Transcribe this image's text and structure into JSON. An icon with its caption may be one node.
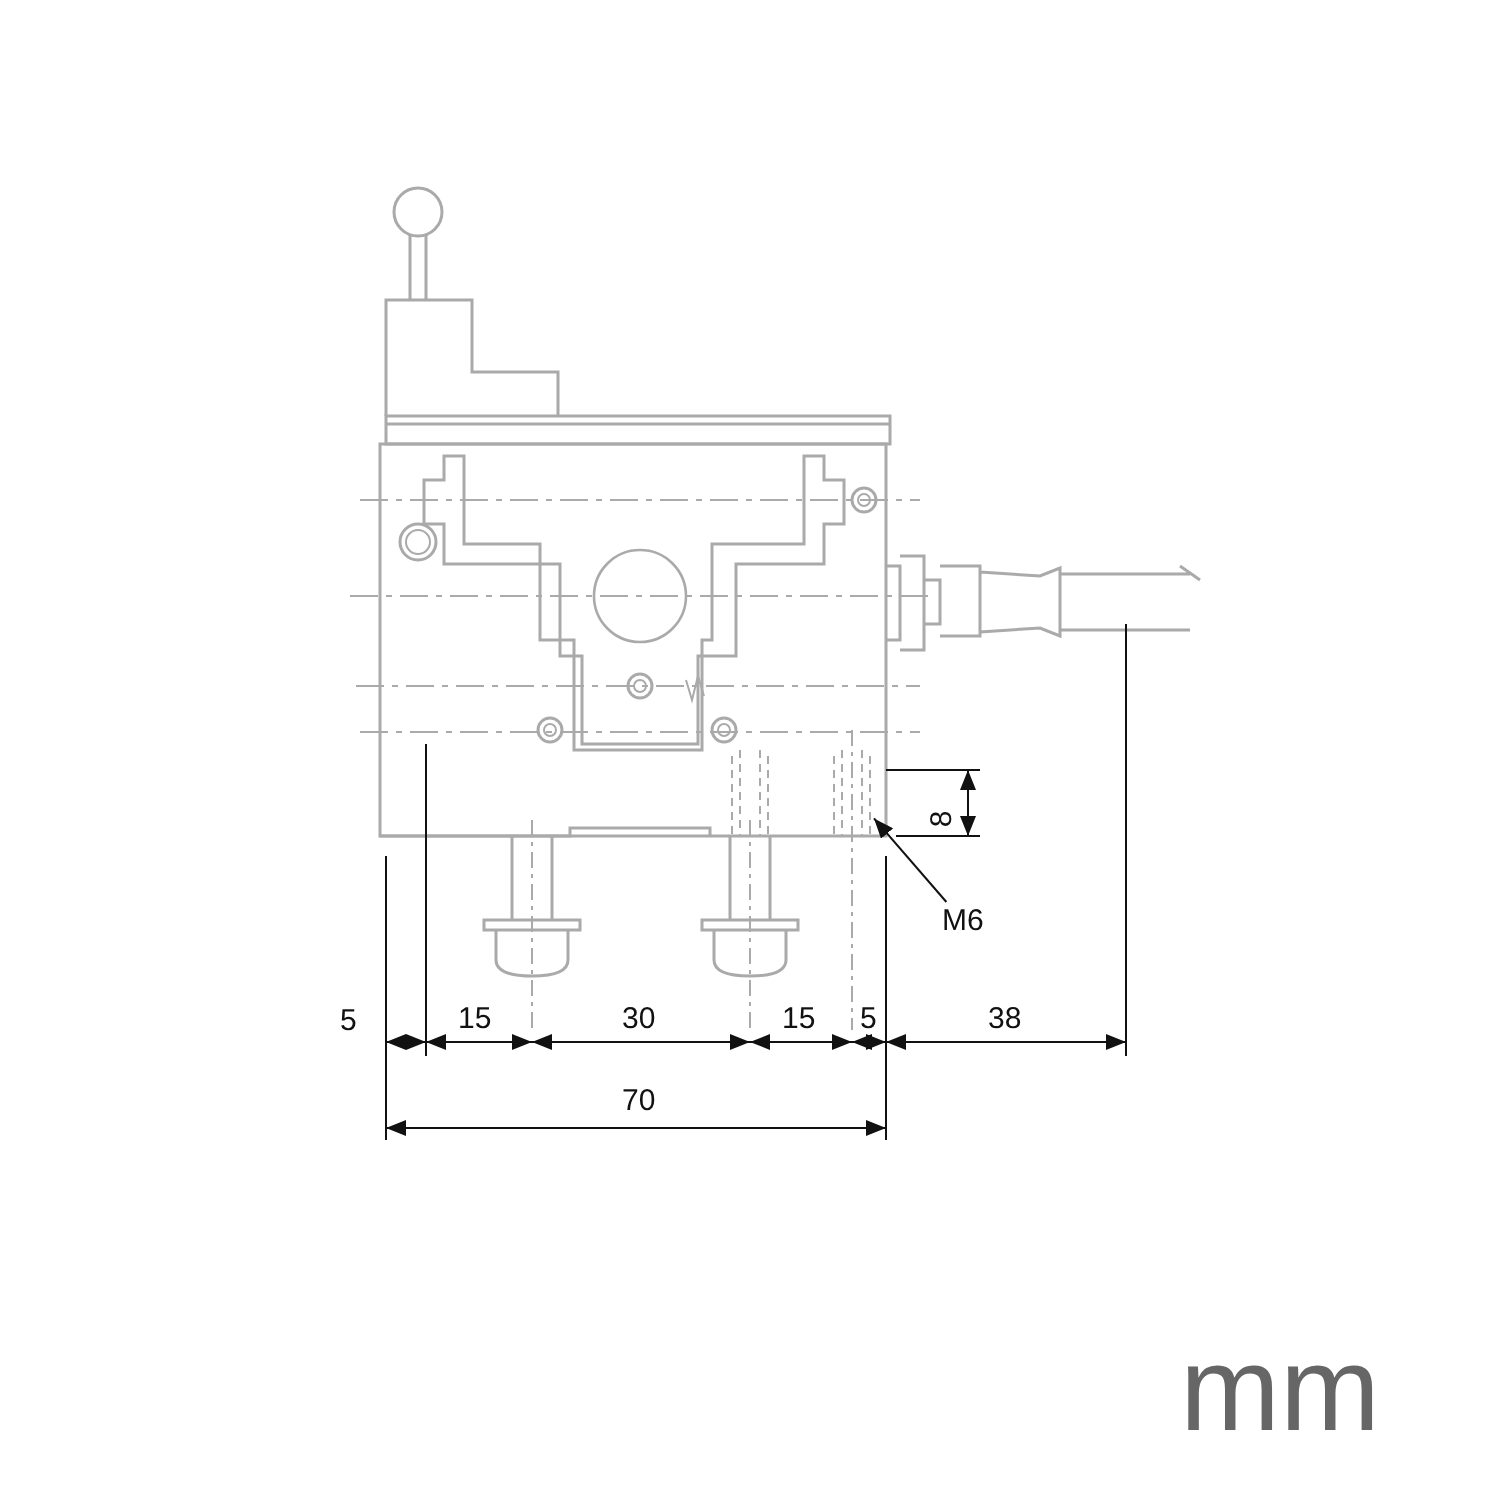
{
  "diagram": {
    "nodes": [
      {
        "text": [
          "M6"
        ]
      },
      {
        "text": [],
        "shape": "picture"
      }
    ],
    "edges": [
      {
        "from": 0,
        "to": 1,
        "arrow": "to"
      }
    ],
    "labels": [
      "8",
      "5",
      "15",
      "30",
      "15",
      "5",
      "38",
      "70",
      "mm"
    ]
  }
}
